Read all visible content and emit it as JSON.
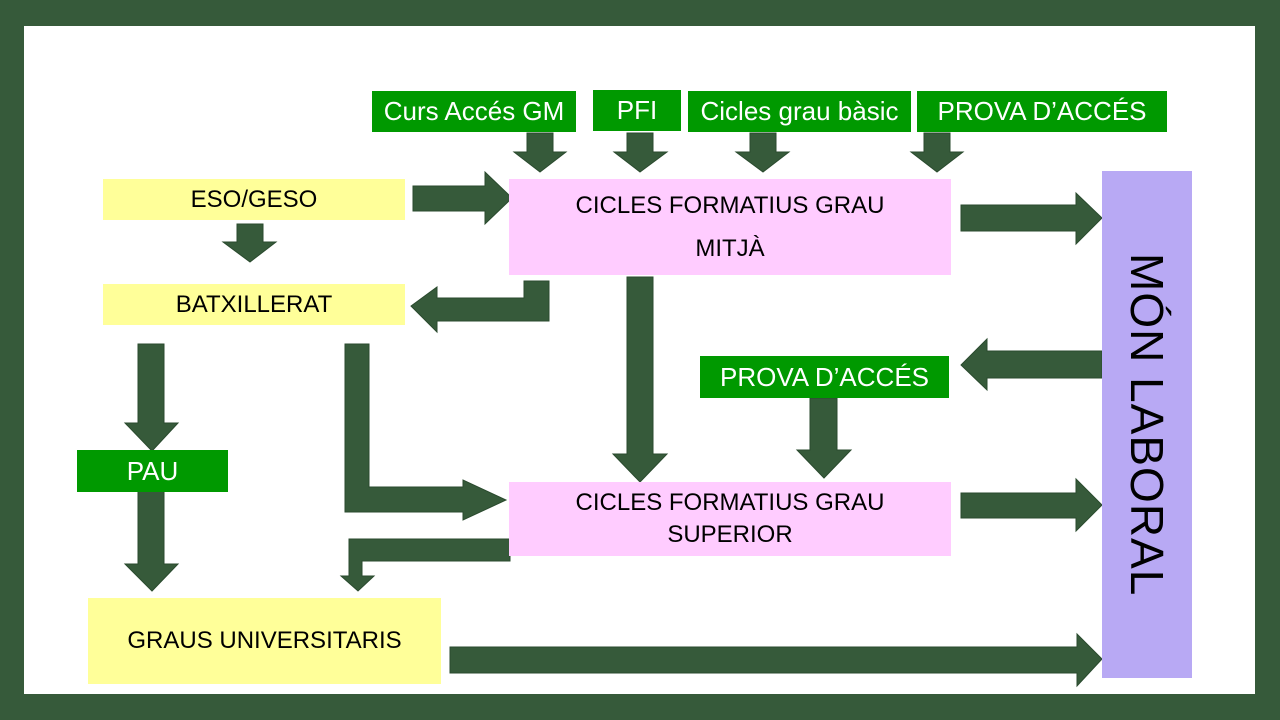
{
  "diagram": {
    "colors": {
      "frame": "#365a3a",
      "arrow": "#365a3a",
      "yellow_box": "#ffff99",
      "pink_box": "#ffccff",
      "green_label": "#009900",
      "purple_box": "#b8a9f4"
    },
    "nodes": {
      "curs_acces_gm": "Curs Accés GM",
      "pfi": "PFI",
      "cicles_grau_basic": "Cicles grau bàsic",
      "prova_acces_top": "PROVA D’ACCÉS",
      "eso_geso": "ESO/GESO",
      "batxillerat": "BATXILLERAT",
      "cfgm_line1": "CICLES FORMATIUS GRAU",
      "cfgm_line2": "MITJÀ",
      "prova_acces_mid": "PROVA D’ACCÉS",
      "pau": "PAU",
      "cfgs_line1": "CICLES FORMATIUS GRAU",
      "cfgs_line2": "SUPERIOR",
      "graus_universitaris": "GRAUS UNIVERSITARIS",
      "mon_laboral": "MÓN  LABORAL"
    },
    "edges": [
      {
        "from": "curs_acces_gm",
        "to": "cfgm"
      },
      {
        "from": "pfi",
        "to": "cfgm"
      },
      {
        "from": "cicles_grau_basic",
        "to": "cfgm"
      },
      {
        "from": "prova_acces_top",
        "to": "cfgm"
      },
      {
        "from": "eso_geso",
        "to": "cfgm"
      },
      {
        "from": "eso_geso",
        "to": "batxillerat"
      },
      {
        "from": "cfgm",
        "to": "batxillerat"
      },
      {
        "from": "cfgm",
        "to": "mon_laboral"
      },
      {
        "from": "cfgm",
        "to": "cfgs"
      },
      {
        "from": "mon_laboral",
        "to": "prova_acces_mid"
      },
      {
        "from": "prova_acces_mid",
        "to": "cfgs"
      },
      {
        "from": "batxillerat",
        "to": "pau"
      },
      {
        "from": "pau",
        "to": "graus_universitaris"
      },
      {
        "from": "batxillerat",
        "to": "cfgs"
      },
      {
        "from": "cfgs",
        "to": "graus_universitaris"
      },
      {
        "from": "cfgs",
        "to": "mon_laboral"
      },
      {
        "from": "graus_universitaris",
        "to": "mon_laboral"
      }
    ]
  }
}
